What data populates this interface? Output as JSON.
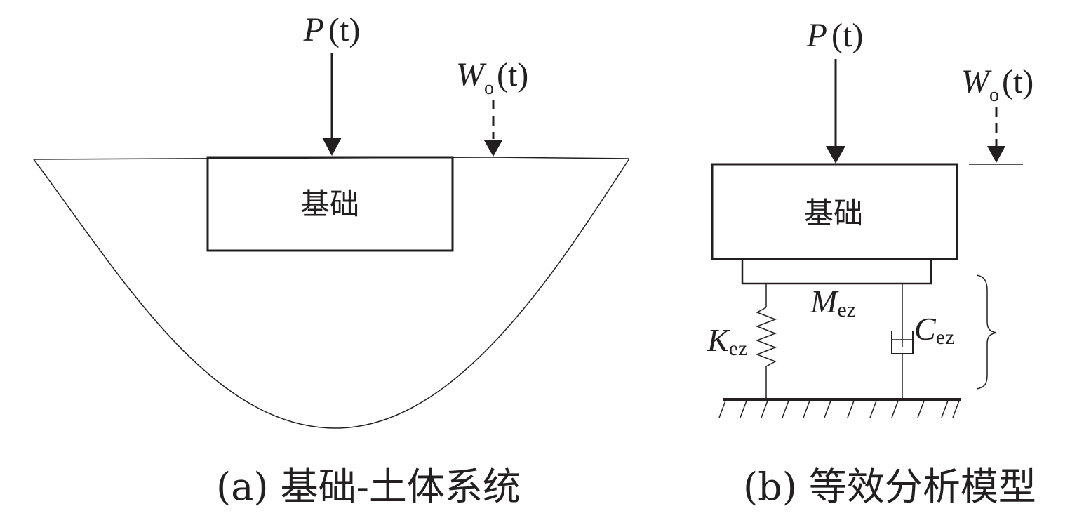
{
  "panel_a": {
    "caption": "(a) 基础-土体系统",
    "foundation_label": "基础",
    "load_label": {
      "symbol": "P",
      "arg": "(t)"
    },
    "displacement_label": {
      "symbol": "W",
      "subscript": "o",
      "arg": "(t)"
    }
  },
  "panel_b": {
    "caption": "(b) 等效分析模型",
    "foundation_label": "基础",
    "load_label": {
      "symbol": "P",
      "arg": "(t)"
    },
    "displacement_label": {
      "symbol": "W",
      "subscript": "o",
      "arg": "(t)"
    },
    "mass_label": {
      "symbol": "M",
      "subscript": "ez"
    },
    "spring_label": {
      "symbol": "K",
      "subscript": "ez"
    },
    "damper_label": {
      "symbol": "C",
      "subscript": "ez"
    }
  },
  "colors": {
    "ink": "#231f20",
    "background": "#ffffff"
  }
}
